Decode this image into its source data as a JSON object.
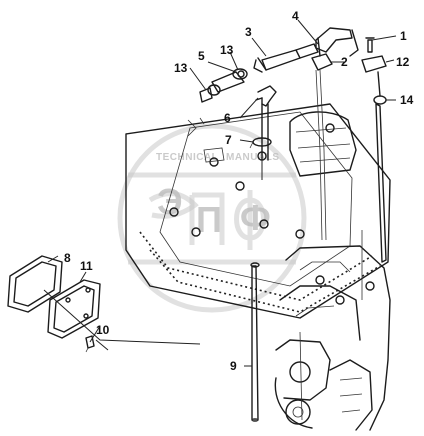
{
  "callouts": [
    {
      "id": "c1",
      "label": "1"
    },
    {
      "id": "c2",
      "label": "2"
    },
    {
      "id": "c3",
      "label": "3"
    },
    {
      "id": "c4",
      "label": "4"
    },
    {
      "id": "c5",
      "label": "5"
    },
    {
      "id": "c6",
      "label": "6"
    },
    {
      "id": "c7",
      "label": "7"
    },
    {
      "id": "c8",
      "label": "8"
    },
    {
      "id": "c9",
      "label": "9"
    },
    {
      "id": "c10",
      "label": "10"
    },
    {
      "id": "c11",
      "label": "11"
    },
    {
      "id": "c12",
      "label": "12"
    },
    {
      "id": "c13a",
      "label": "13"
    },
    {
      "id": "c13b",
      "label": "13"
    },
    {
      "id": "c14",
      "label": "14"
    }
  ],
  "watermark": {
    "line1_left": "TECHNICAL",
    "line1_right": "MANUALS",
    "letters": [
      "Э",
      "П",
      "Ф"
    ]
  }
}
